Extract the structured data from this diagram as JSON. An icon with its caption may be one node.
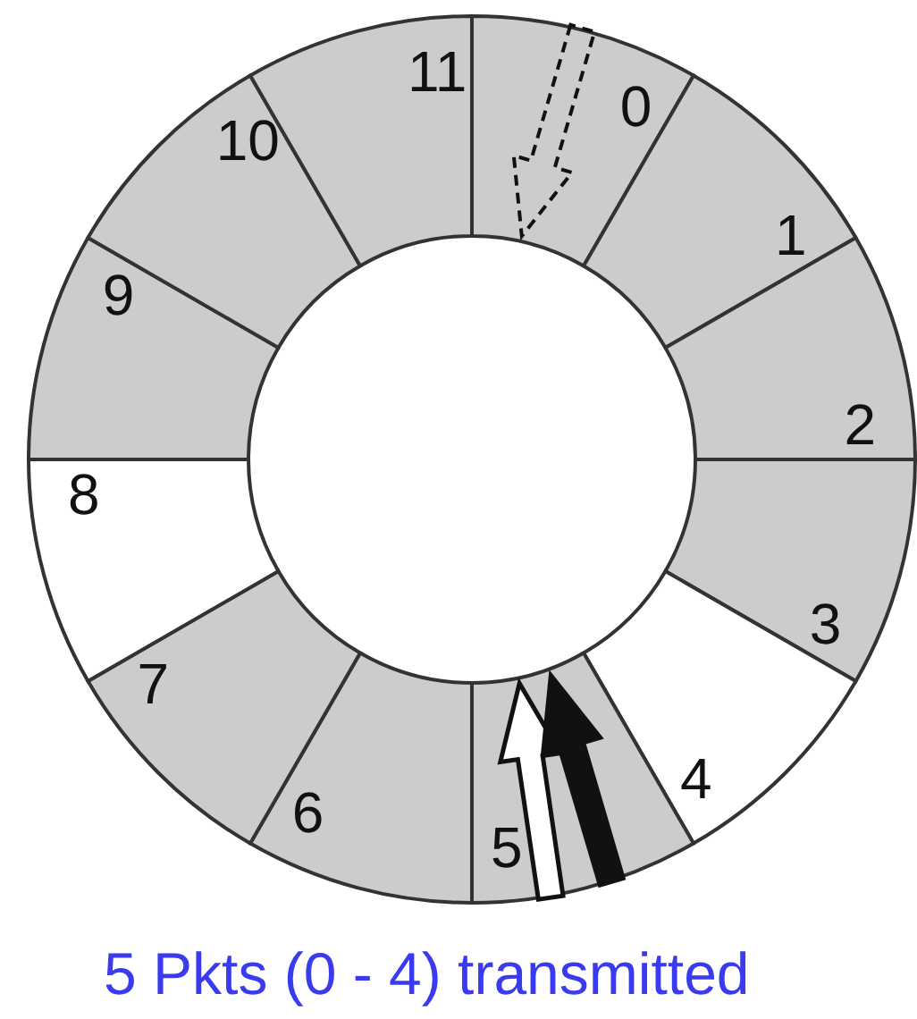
{
  "diagram": {
    "caption": "5 Pkts (0 - 4) transmitted",
    "nodes": [
      {
        "text": [
          "0"
        ]
      },
      {
        "text": [
          "1"
        ]
      },
      {
        "text": [
          "2"
        ]
      },
      {
        "text": [
          "3"
        ]
      },
      {
        "text": [
          "4"
        ]
      },
      {
        "text": [
          "5"
        ]
      },
      {
        "text": [
          "6"
        ]
      },
      {
        "text": [
          "7"
        ]
      },
      {
        "text": [
          "8"
        ]
      },
      {
        "text": [
          "9"
        ]
      },
      {
        "text": [
          "10"
        ]
      },
      {
        "text": [
          "11"
        ]
      }
    ],
    "edges": [
      {
        "from": null,
        "to": 0,
        "arrow": "to",
        "style": "dashed"
      },
      {
        "from": null,
        "to": 5,
        "arrow": "to"
      },
      {
        "from": null,
        "to": 5,
        "arrow": "to",
        "style": "thick"
      }
    ]
  }
}
